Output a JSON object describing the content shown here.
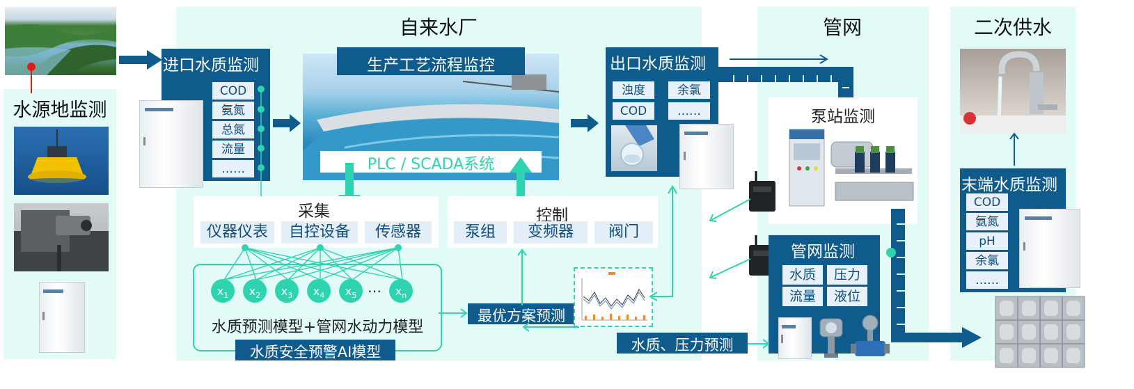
{
  "sections": {
    "water_source": {
      "title": "水源地监测"
    },
    "waterworks": {
      "title": "自来水厂"
    },
    "pipe_network": {
      "title": "管网"
    },
    "secondary_supply": {
      "title": "二次供水"
    }
  },
  "inlet": {
    "title": "进口水质监测",
    "params": [
      "COD",
      "氨氮",
      "总氮",
      "流量",
      "……"
    ]
  },
  "process": {
    "title": "生产工艺流程监控",
    "system": "PLC / SCADA系统"
  },
  "outlet": {
    "title": "出口水质监测",
    "params": [
      "浊度",
      "余氯",
      "COD",
      "……"
    ]
  },
  "collect": {
    "title": "采集",
    "items": [
      "仪器仪表",
      "自控设备",
      "传感器"
    ]
  },
  "control": {
    "title": "控制",
    "items": [
      "泵组",
      "变频器",
      "阀门"
    ]
  },
  "model": {
    "variables": [
      "x1",
      "x2",
      "x3",
      "x4",
      "x5",
      "…",
      "xn"
    ],
    "name": "水质预测模型+管网水动力模型",
    "warning": "水质安全预警AI模型"
  },
  "optimal": {
    "label": "最优方案预测"
  },
  "pump_station": {
    "title": "泵站监测"
  },
  "network_monitor": {
    "title": "管网监测",
    "params": [
      "水质",
      "压力",
      "流量",
      "液位"
    ]
  },
  "prediction": {
    "label": "水质、压力预测"
  },
  "terminal": {
    "title": "末端水质监测",
    "params": [
      "COD",
      "氨氮",
      "pH",
      "余氯",
      "……"
    ]
  },
  "colors": {
    "panel": "#e3fbf7",
    "navy": "#0f5b8c",
    "teal": "#2ed3b0",
    "chip": "#e8f1fa"
  },
  "icons": [
    "arrow-right-icon",
    "valve-icon",
    "router-icon"
  ]
}
